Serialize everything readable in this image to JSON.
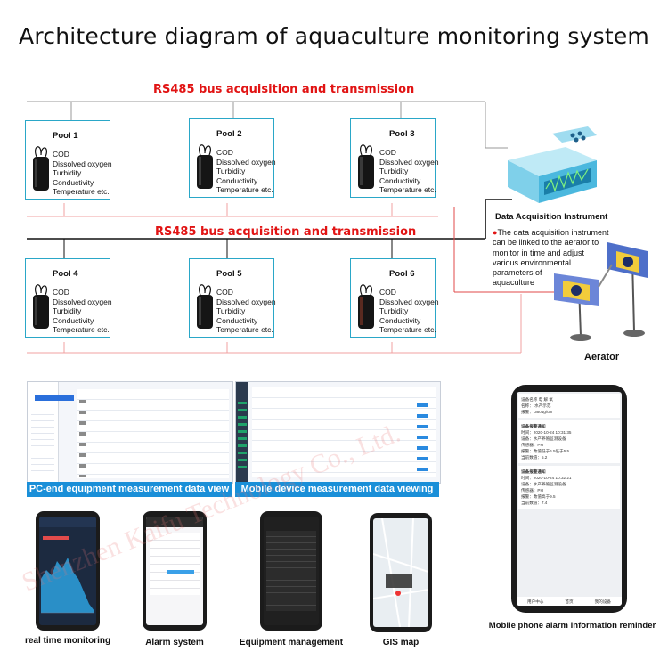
{
  "title": "Architecture diagram of aquaculture monitoring system",
  "bus_label_top": "RS485 bus acquisition and transmission",
  "bus_label_bottom": "RS485 bus acquisition and transmission",
  "pools": [
    {
      "name": "Pool 1",
      "params": [
        "COD",
        "Dissolved oxygen",
        "Turbidity",
        "Conductivity",
        "Temperature etc."
      ]
    },
    {
      "name": "Pool 2",
      "params": [
        "COD",
        "Dissolved oxygen",
        "Turbidity",
        "Conductivity",
        "Temperature etc."
      ]
    },
    {
      "name": "Pool 3",
      "params": [
        "COD",
        "Dissolved oxygen",
        "Turbidity",
        "Conductivity",
        "Temperature etc."
      ]
    },
    {
      "name": "Pool 4",
      "params": [
        "COD",
        "Dissolved oxygen",
        "Turbidity",
        "Conductivity",
        "Temperature etc."
      ]
    },
    {
      "name": "Pool 5",
      "params": [
        "COD",
        "Dissolved oxygen",
        "Turbidity",
        "Conductivity",
        "Temperature etc."
      ]
    },
    {
      "name": "Pool 6",
      "params": [
        "COD",
        "Dissolved oxygen",
        "Turbidity",
        "Conductivity",
        "Temperature etc."
      ]
    }
  ],
  "instrument_label": "Data Acquisition Instrument",
  "instrument_note": [
    "The data acquisition instrument",
    "can be linked to the aerator to",
    "monitor in time and adjust",
    "various environmental",
    "parameters of",
    " aquaculture"
  ],
  "aerator_label": "Aerator",
  "pc_caption": "PC-end equipment measurement data view",
  "mobile_caption": "Mobile device measurement data viewing",
  "apps": [
    {
      "label": "real time monitoring"
    },
    {
      "label": "Alarm system"
    },
    {
      "label": "Equipment management"
    },
    {
      "label": "GIS map"
    }
  ],
  "alarm_caption": "Mobile phone alarm information reminder",
  "alarm_phone": {
    "cards": [
      {
        "rows": [
          "设备名称",
          "电 解 氧",
          "名称：",
          "水产示范",
          "报警：",
          "360ug/cm"
        ]
      },
      {
        "header": "设备报警通知",
        "rows": [
          "时间：2020-10-24 10:31:35",
          "设备：水产养殖监测设备",
          "传感器：PH",
          "报警：数值低于6.5低于5.5",
          "当前数值：5.2"
        ]
      },
      {
        "header": "设备报警通知",
        "rows": [
          "时间：2020-10-24 10:32:21",
          "设备：水产养殖监测设备",
          "传感器：PH",
          "报警：数值高于9.5",
          "当前数值：7.4"
        ]
      }
    ],
    "footer": [
      "用户中心",
      "首页",
      "我的设备"
    ]
  },
  "watermark": "Shenzhen Kaifu Technology Co., Ltd.",
  "colors": {
    "bus_red": "#e11414",
    "pool_border": "#2aa7c8",
    "caption_blue": "#1a8fd8",
    "line_pink": "#f0a0a0"
  }
}
